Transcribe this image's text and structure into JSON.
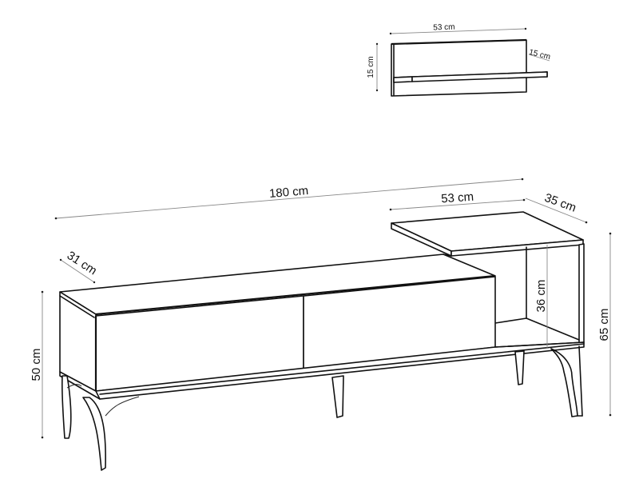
{
  "figure": {
    "subject": "TV unit with wall shelf — dimension drawing",
    "wall_shelf": {
      "width_label": "53 cm",
      "height_label": "15 cm",
      "depth_label": "15 cm"
    },
    "tv_unit": {
      "total_width_label": "180 cm",
      "top_module_width_label": "53 cm",
      "top_module_depth_label": "35 cm",
      "depth_label": "31 cm",
      "height_label": "50 cm",
      "open_compartment_height_label": "36 cm",
      "total_height_label": "65 cm"
    },
    "colors": {
      "line": "#111111",
      "dimension_line": "#888888",
      "background": "#ffffff"
    }
  }
}
